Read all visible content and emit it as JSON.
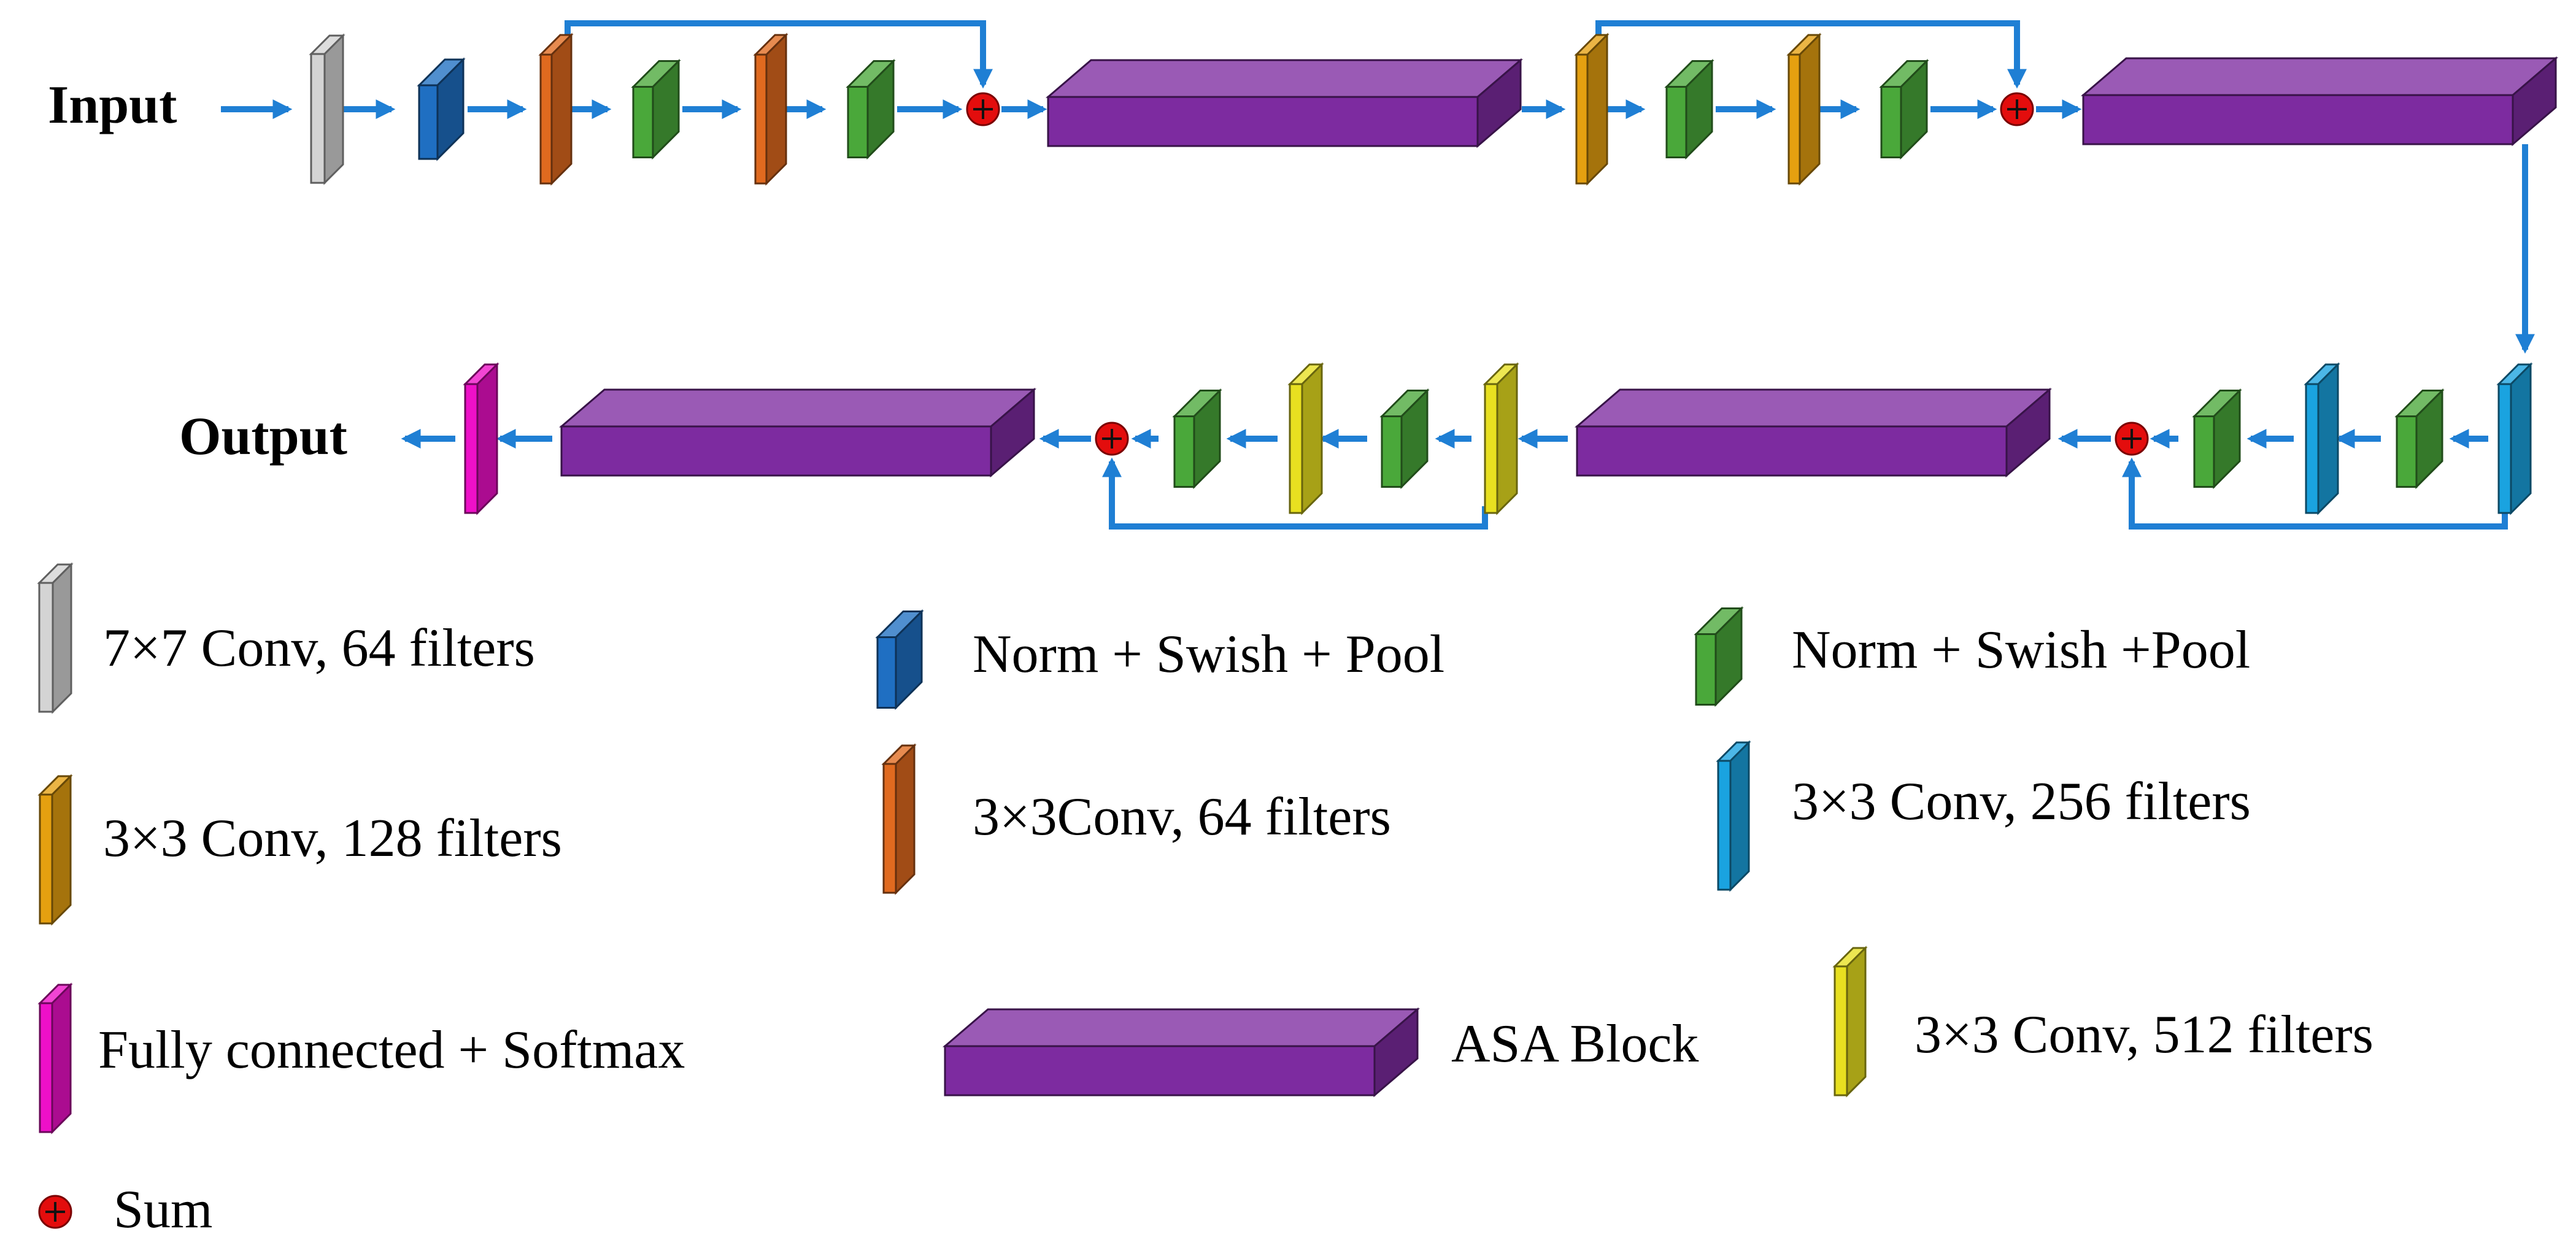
{
  "labels": {
    "input": "Input",
    "output": "Output"
  },
  "legend": {
    "conv7x7_64": "7×7 Conv, 64 filters",
    "norm_swish_pool_blue": "Norm + Swish + Pool",
    "norm_swish_pool_green": "Norm + Swish +Pool",
    "conv3x3_128": "3×3 Conv, 128 filters",
    "conv3x3_64": "3×3Conv, 64 filters",
    "conv3x3_256": "3×3 Conv, 256 filters",
    "fc_softmax": "Fully connected + Softmax",
    "asa_block": "ASA Block",
    "conv3x3_512": "3×3 Conv, 512 filters",
    "sum": "Sum"
  },
  "colors": {
    "arrow": "#1f7fd4",
    "conv7x7_64": "#d4d4d4",
    "norm_swish_pool_blue": "#1f6fc2",
    "norm_swish_pool_green": "#4aa83a",
    "conv3x3_64": "#e06a1f",
    "conv3x3_128": "#e5a010",
    "conv3x3_256": "#1aa3e0",
    "conv3x3_512": "#e8e020",
    "fc_softmax": "#ee10c8",
    "asa_block": "#7d2ba0",
    "sum": "#e30d0d"
  }
}
